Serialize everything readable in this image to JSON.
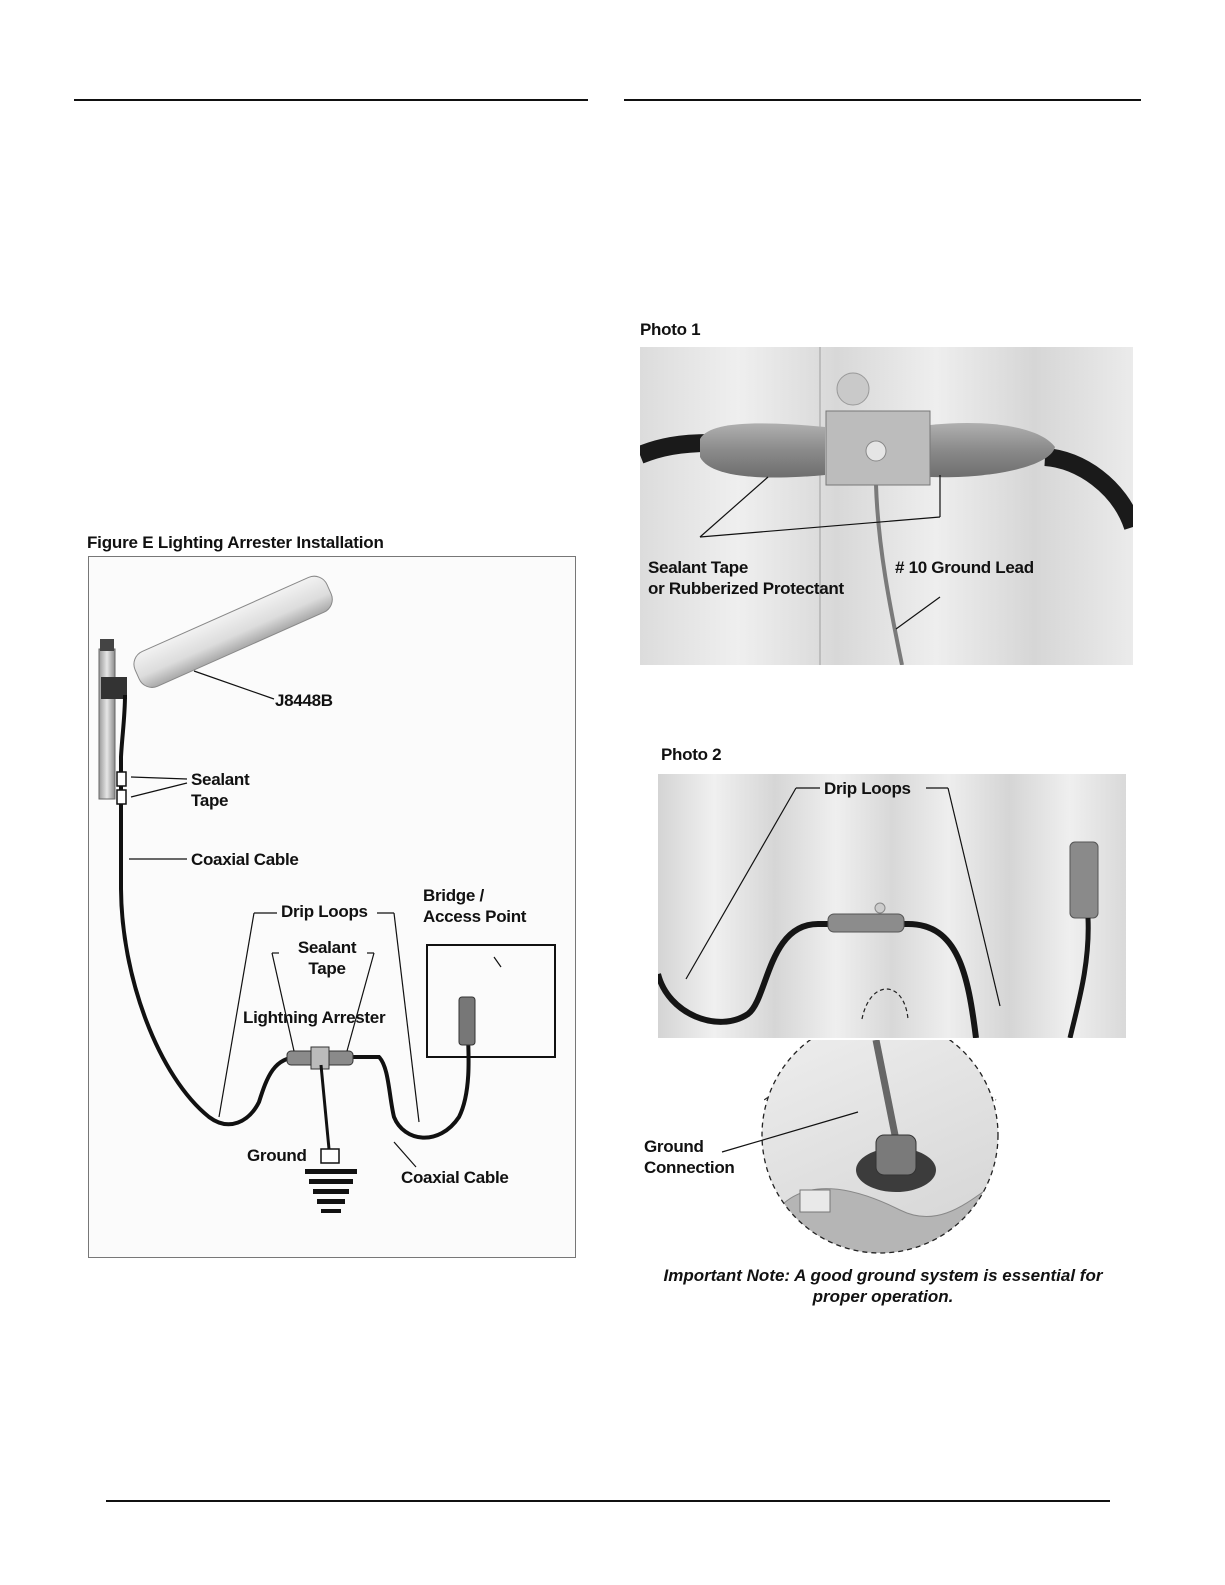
{
  "figure_e": {
    "caption": "Figure E Lighting Arrester Installation",
    "labels": {
      "antenna": "J8448B",
      "sealant_tape_1": "Sealant\nTape",
      "coaxial_cable_1": "Coaxial Cable",
      "drip_loops": "Drip Loops",
      "bridge": "Bridge /\nAccess Point",
      "sealant_tape_2": "Sealant\nTape",
      "lightning_arrester": "Lightning Arrester",
      "ground": "Ground",
      "coaxial_cable_2": "Coaxial Cable"
    }
  },
  "photo1": {
    "title": "Photo 1",
    "sealant": "Sealant Tape\nor Rubberized Protectant",
    "ground_lead": "# 10 Ground Lead"
  },
  "photo2": {
    "title": "Photo 2",
    "drip_loops": "Drip Loops",
    "ground_connection": "Ground\nConnection",
    "note": "Important Note: A good ground system is essential for\nproper operation."
  }
}
